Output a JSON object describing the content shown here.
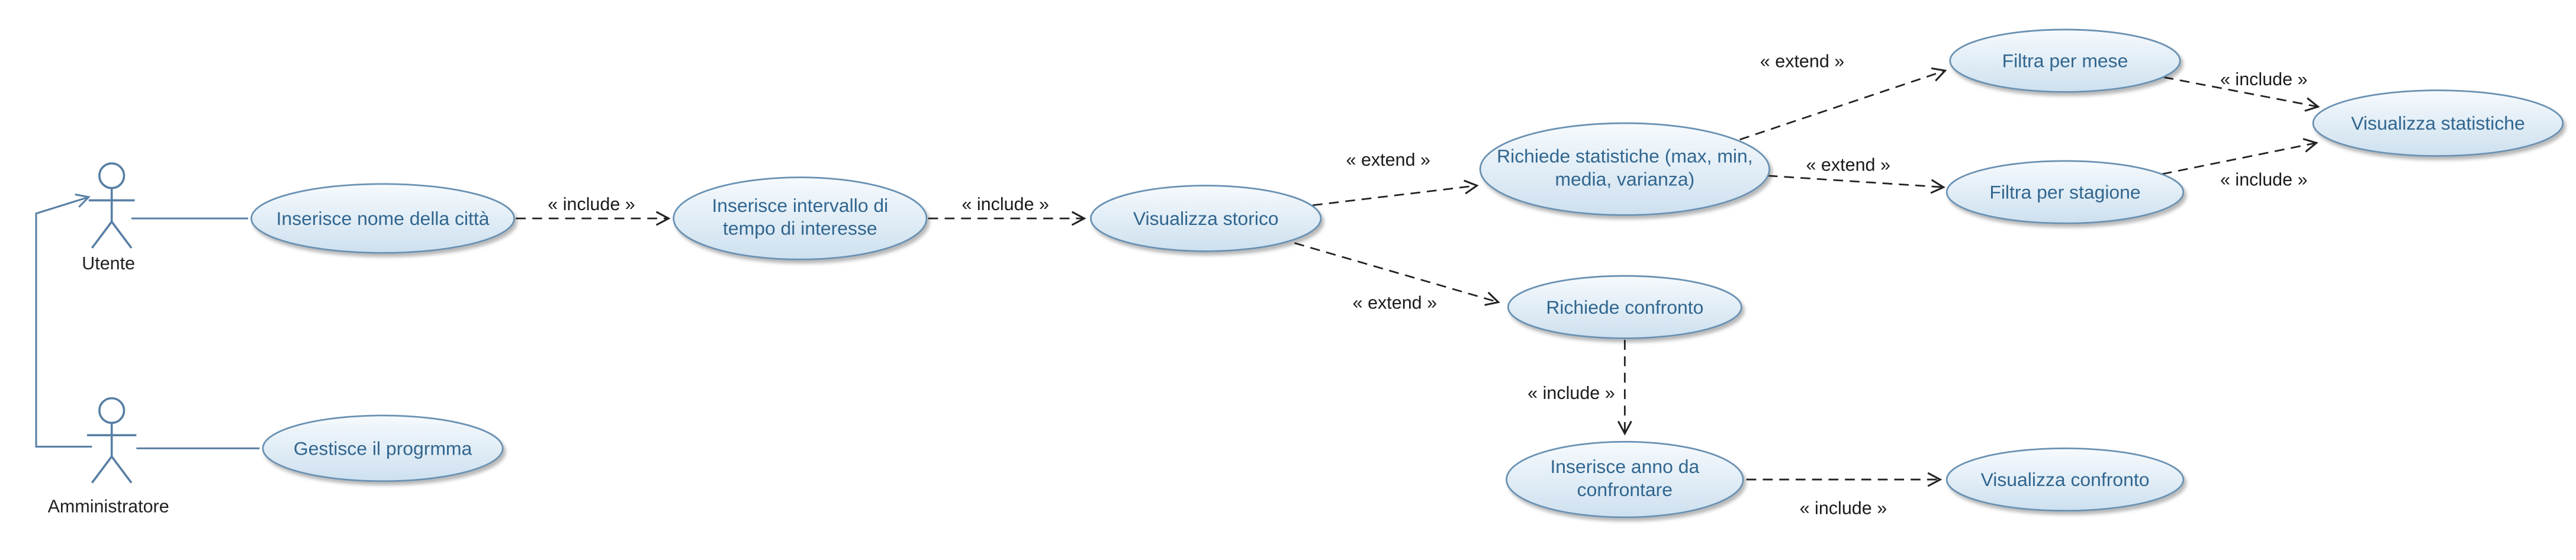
{
  "diagram": {
    "type": "uml-use-case"
  },
  "colors": {
    "background": "#ffffff",
    "usecase_fill_top": "#f6fafd",
    "usecase_fill_bottom": "#cde0ef",
    "usecase_border": "#6a91b2",
    "usecase_text": "#31668f",
    "actor_line": "#587fa4",
    "dependency_line": "#222222",
    "edge_label_text": "#1b1b1b"
  },
  "actors": [
    {
      "id": "utente",
      "label": "Utente"
    },
    {
      "id": "amministratore",
      "label": "Amministratore"
    }
  ],
  "use_cases": [
    {
      "id": "inserisce-nome-citta",
      "lines": [
        "Inserisce nome della città"
      ]
    },
    {
      "id": "inserisce-intervallo-tempo",
      "lines": [
        "Inserisce intervallo di",
        "tempo di interesse"
      ]
    },
    {
      "id": "visualizza-storico",
      "lines": [
        "Visualizza storico"
      ]
    },
    {
      "id": "richiede-statistiche",
      "lines": [
        "Richiede statistiche (max, min,",
        "media, varianza)"
      ]
    },
    {
      "id": "filtra-per-mese",
      "lines": [
        "Filtra per mese"
      ]
    },
    {
      "id": "filtra-per-stagione",
      "lines": [
        "Filtra per stagione"
      ]
    },
    {
      "id": "visualizza-statistiche",
      "lines": [
        "Visualizza statistiche"
      ]
    },
    {
      "id": "richiede-confronto",
      "lines": [
        "Richiede confronto"
      ]
    },
    {
      "id": "inserisce-anno-confrontare",
      "lines": [
        "Inserisce anno da",
        "confrontare"
      ]
    },
    {
      "id": "visualizza-confronto",
      "lines": [
        "Visualizza confronto"
      ]
    },
    {
      "id": "gestisce-programma",
      "lines": [
        "Gestisce il progrmma"
      ]
    }
  ],
  "edges": [
    {
      "from": "inserisce-nome-citta",
      "to": "inserisce-intervallo-tempo",
      "type": "include",
      "label": "« include »"
    },
    {
      "from": "inserisce-intervallo-tempo",
      "to": "visualizza-storico",
      "type": "include",
      "label": "« include »"
    },
    {
      "from": "visualizza-storico",
      "to": "richiede-statistiche",
      "type": "extend",
      "label": "« extend »"
    },
    {
      "from": "visualizza-storico",
      "to": "richiede-confronto",
      "type": "extend",
      "label": "« extend »"
    },
    {
      "from": "richiede-statistiche",
      "to": "filtra-per-mese",
      "type": "extend",
      "label": "« extend »"
    },
    {
      "from": "richiede-statistiche",
      "to": "filtra-per-stagione",
      "type": "extend",
      "label": "« extend »"
    },
    {
      "from": "filtra-per-mese",
      "to": "visualizza-statistiche",
      "type": "include",
      "label": "« include »"
    },
    {
      "from": "filtra-per-stagione",
      "to": "visualizza-statistiche",
      "type": "include",
      "label": "« include »"
    },
    {
      "from": "richiede-confronto",
      "to": "inserisce-anno-confrontare",
      "type": "include",
      "label": "« include »"
    },
    {
      "from": "inserisce-anno-confrontare",
      "to": "visualizza-confronto",
      "type": "include",
      "label": "« include »"
    },
    {
      "from": "utente",
      "to": "inserisce-nome-citta",
      "type": "association",
      "label": ""
    },
    {
      "from": "amministratore",
      "to": "gestisce-programma",
      "type": "association",
      "label": ""
    },
    {
      "from": "amministratore",
      "to": "utente",
      "type": "generalization",
      "label": ""
    }
  ]
}
